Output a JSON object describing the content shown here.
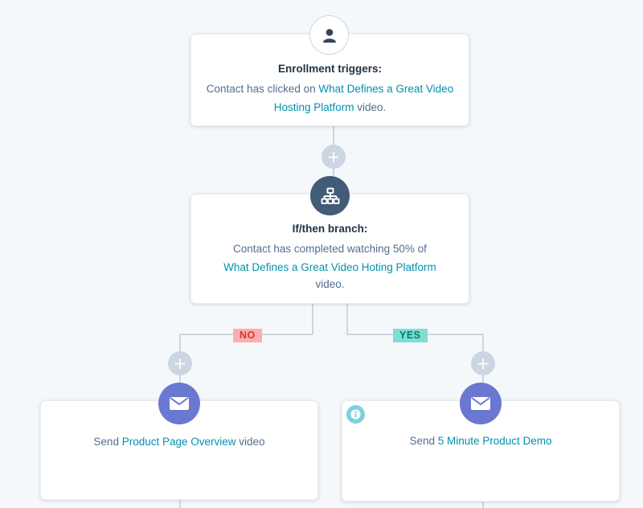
{
  "colors": {
    "background": "#f5f8fa",
    "link": "#0091ae",
    "branch_icon_bg": "#425b76",
    "email_icon_bg": "#6a78d1",
    "no_tag": "#f2545b",
    "yes_tag": "#00bda5"
  },
  "trigger": {
    "icon": "person-icon",
    "title": "Enrollment triggers:",
    "text_before": "Contact has clicked on ",
    "link": "What Defines a Great Video Hosting Platform",
    "text_after": " video."
  },
  "branch": {
    "icon": "branch-icon",
    "title": "If/then branch:",
    "text_before": "Contact has completed watching 50% of",
    "link": "What Defines a Great Video Hoting Platform",
    "text_after": "video."
  },
  "tags": {
    "no": "NO",
    "yes": "YES"
  },
  "plus_label": "+",
  "actions": [
    {
      "icon": "envelope-icon",
      "text_before": "Send ",
      "link": "Product Page Overview",
      "text_after": " video"
    },
    {
      "icon": "envelope-icon",
      "info_icon": "info-icon",
      "text_before": "Send ",
      "link": "5 Minute Product Demo",
      "text_after": ""
    }
  ]
}
